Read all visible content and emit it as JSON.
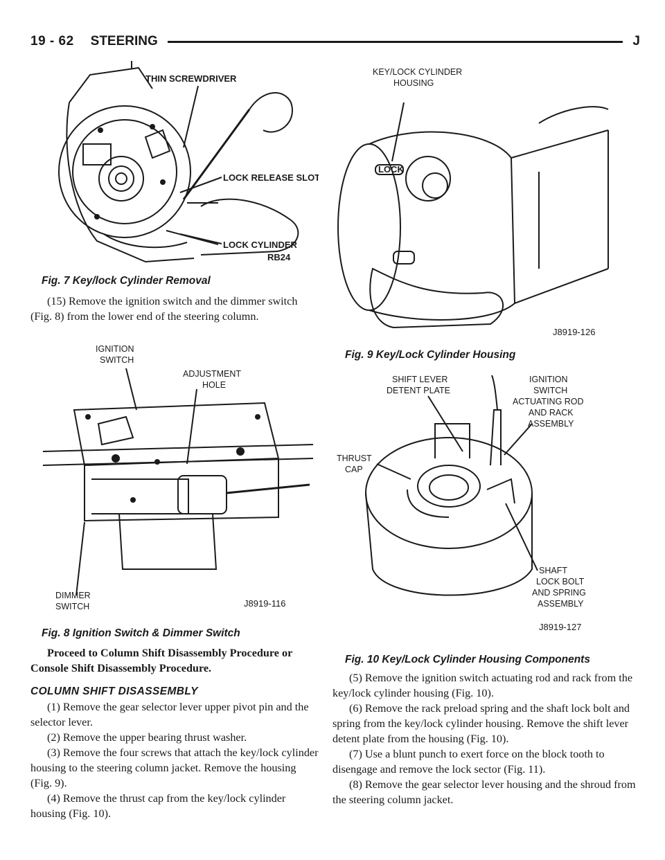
{
  "header": {
    "page_number": "19 - 62",
    "section": "STEERING",
    "letter": "J"
  },
  "fig7": {
    "caption": "Fig. 7 Key/lock Cylinder Removal",
    "labels": {
      "thin_screwdriver": "THIN SCREWDRIVER",
      "lock_release_slot": "LOCK RELEASE SLOT",
      "lock_cylinder": "LOCK CYLINDER",
      "code": "RB24"
    }
  },
  "fig8": {
    "caption": "Fig. 8 Ignition Switch & Dimmer Switch",
    "labels": {
      "ignition_1": "IGNITION",
      "ignition_2": "SWITCH",
      "adjust_1": "ADJUSTMENT",
      "adjust_2": "HOLE",
      "dimmer_1": "DIMMER",
      "dimmer_2": "SWITCH",
      "code": "J8919-116"
    }
  },
  "fig9": {
    "caption": "Fig. 9 Key/Lock Cylinder Housing",
    "labels": {
      "housing_1": "KEY/LOCK CYLINDER",
      "housing_2": "HOUSING",
      "lock_text": "LOCK",
      "code": "J8919-126"
    }
  },
  "fig10": {
    "caption": "Fig. 10 Key/Lock Cylinder Housing Components",
    "labels": {
      "shift_1": "SHIFT LEVER",
      "shift_2": "DETENT PLATE",
      "ign_1": "IGNITION",
      "ign_2": "SWITCH",
      "ign_3": "ACTUATING ROD",
      "ign_4": "AND RACK",
      "ign_5": "ASSEMBLY",
      "thrust_1": "THRUST",
      "thrust_2": "CAP",
      "shaft_1": "SHAFT",
      "shaft_2": "LOCK BOLT",
      "shaft_3": "AND SPRING",
      "shaft_4": "ASSEMBLY",
      "code": "J8919-127"
    }
  },
  "left_text": {
    "p15": "(15) Remove the ignition switch and the dimmer switch (Fig. 8) from the lower end of the steering column.",
    "proceed": "Proceed to Column Shift Disassembly Procedure or Console Shift Disassembly Procedure.",
    "subhead": "COLUMN SHIFT DISASSEMBLY",
    "s1": "(1) Remove the gear selector lever upper pivot pin and the selector lever.",
    "s2": "(2) Remove the upper bearing thrust washer.",
    "s3": "(3) Remove the four screws that attach the key/lock cylinder housing to the steering column jacket. Remove the housing (Fig. 9).",
    "s4": "(4) Remove the thrust cap from the key/lock cylinder housing (Fig. 10)."
  },
  "right_text": {
    "s5": "(5) Remove the ignition switch actuating rod and rack from the key/lock cylinder housing (Fig. 10).",
    "s6": "(6) Remove the rack preload spring and the shaft lock bolt and spring from the key/lock cylinder housing. Remove the shift lever detent plate from the housing (Fig. 10).",
    "s7": "(7) Use a blunt punch to exert force on the block tooth to disengage and remove the lock sector (Fig. 11).",
    "s8": "(8) Remove the gear selector lever housing and the shroud from the steering column jacket."
  }
}
